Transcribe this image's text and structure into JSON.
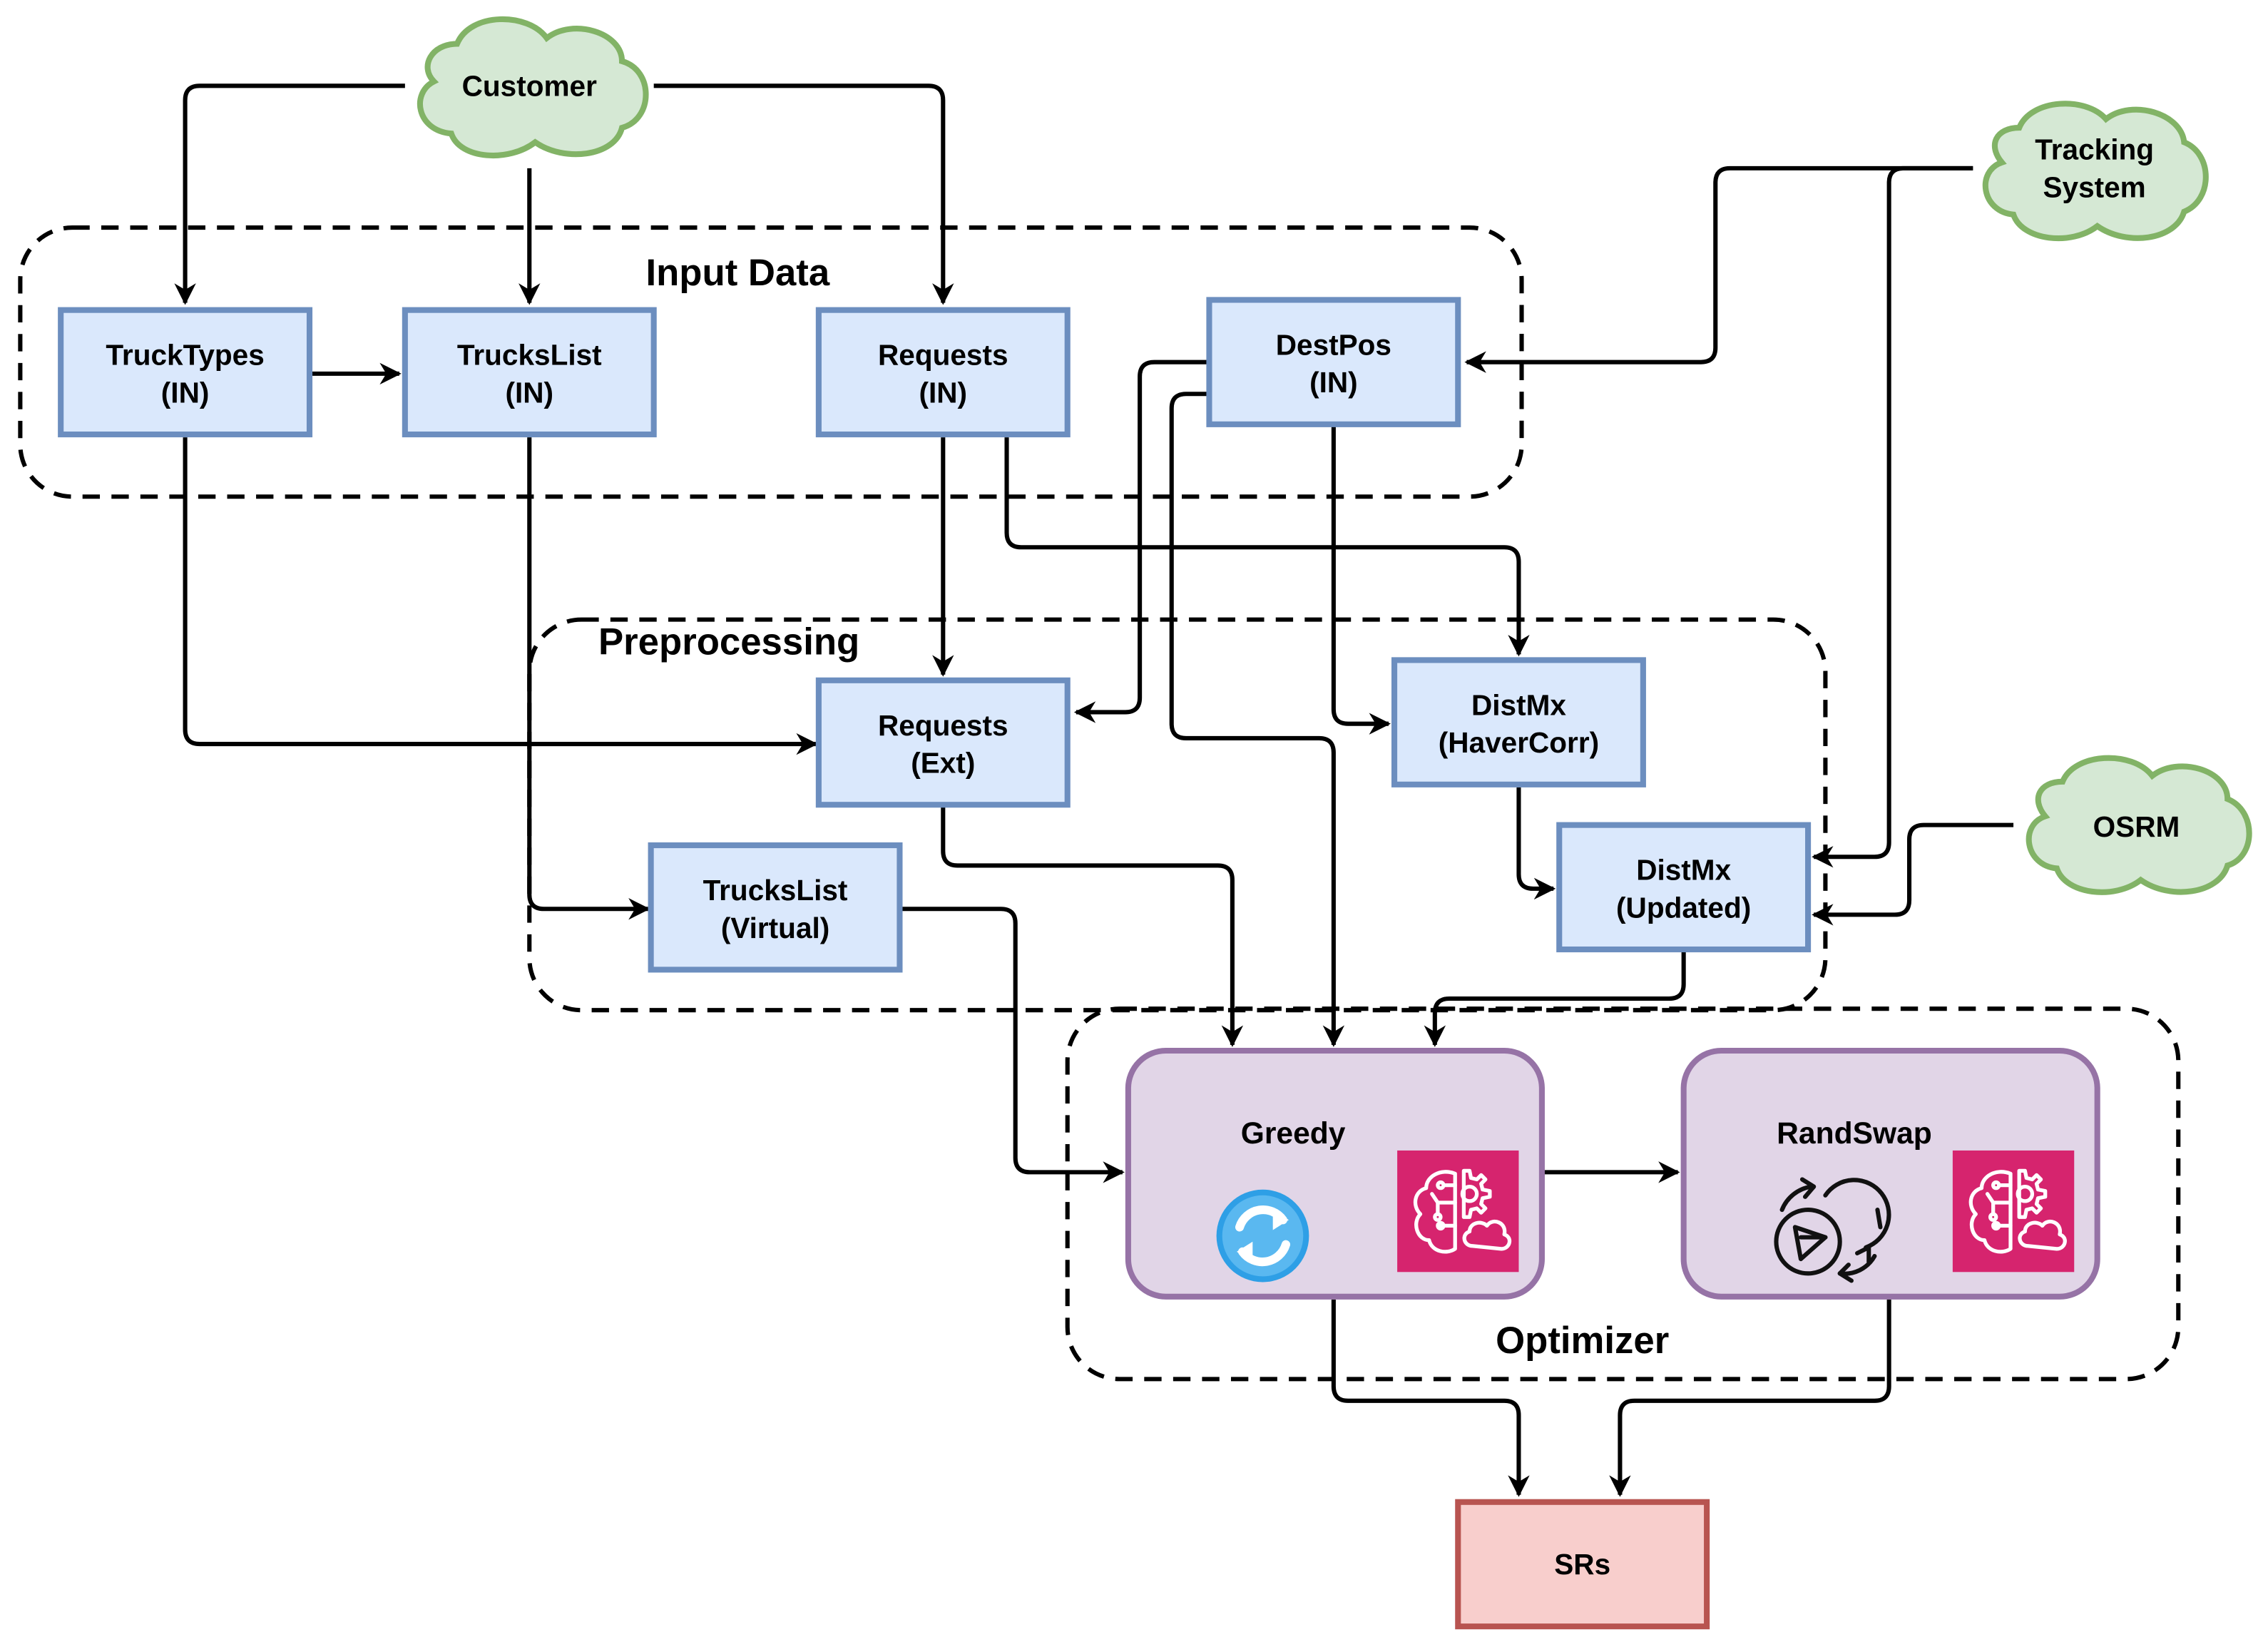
{
  "groups": {
    "input": {
      "label": "Input Data"
    },
    "preprocessing": {
      "label": "Preprocessing"
    },
    "optimizer": {
      "label": "Optimizer"
    }
  },
  "sources": {
    "customer": {
      "label": "Customer"
    },
    "tracking": {
      "line1": "Tracking",
      "line2": "System"
    },
    "osrm": {
      "label": "OSRM"
    }
  },
  "nodes": {
    "truck_types": {
      "line1": "TruckTypes",
      "line2": "(IN)"
    },
    "trucks_list": {
      "line1": "TrucksList",
      "line2": "(IN)"
    },
    "requests_in": {
      "line1": "Requests",
      "line2": "(IN)"
    },
    "dest_pos": {
      "line1": "DestPos",
      "line2": "(IN)"
    },
    "requests_ext": {
      "line1": "Requests",
      "line2": "(Ext)"
    },
    "trucks_virtual": {
      "line1": "TrucksList",
      "line2": "(Virtual)"
    },
    "distmx_haver": {
      "line1": "DistMx",
      "line2": "(HaverCorr)"
    },
    "distmx_updated": {
      "line1": "DistMx",
      "line2": "(Updated)"
    },
    "greedy": {
      "label": "Greedy"
    },
    "randswap": {
      "label": "RandSwap"
    },
    "srs": {
      "label": "SRs"
    }
  },
  "colors": {
    "input_fill": "#dae8fc",
    "input_stroke": "#6c8ebf",
    "optimizer_fill": "#e1d5e7",
    "optimizer_stroke": "#9673a6",
    "output_fill": "#f8cecc",
    "output_stroke": "#b85450",
    "source_fill": "#d5e8d4",
    "source_stroke": "#82b366",
    "ml_icon": "#d6246e",
    "refresh_icon": "#2e9fe6"
  },
  "icons": [
    "ml-brain-icon",
    "refresh-icon",
    "swap-cycle-icon"
  ]
}
